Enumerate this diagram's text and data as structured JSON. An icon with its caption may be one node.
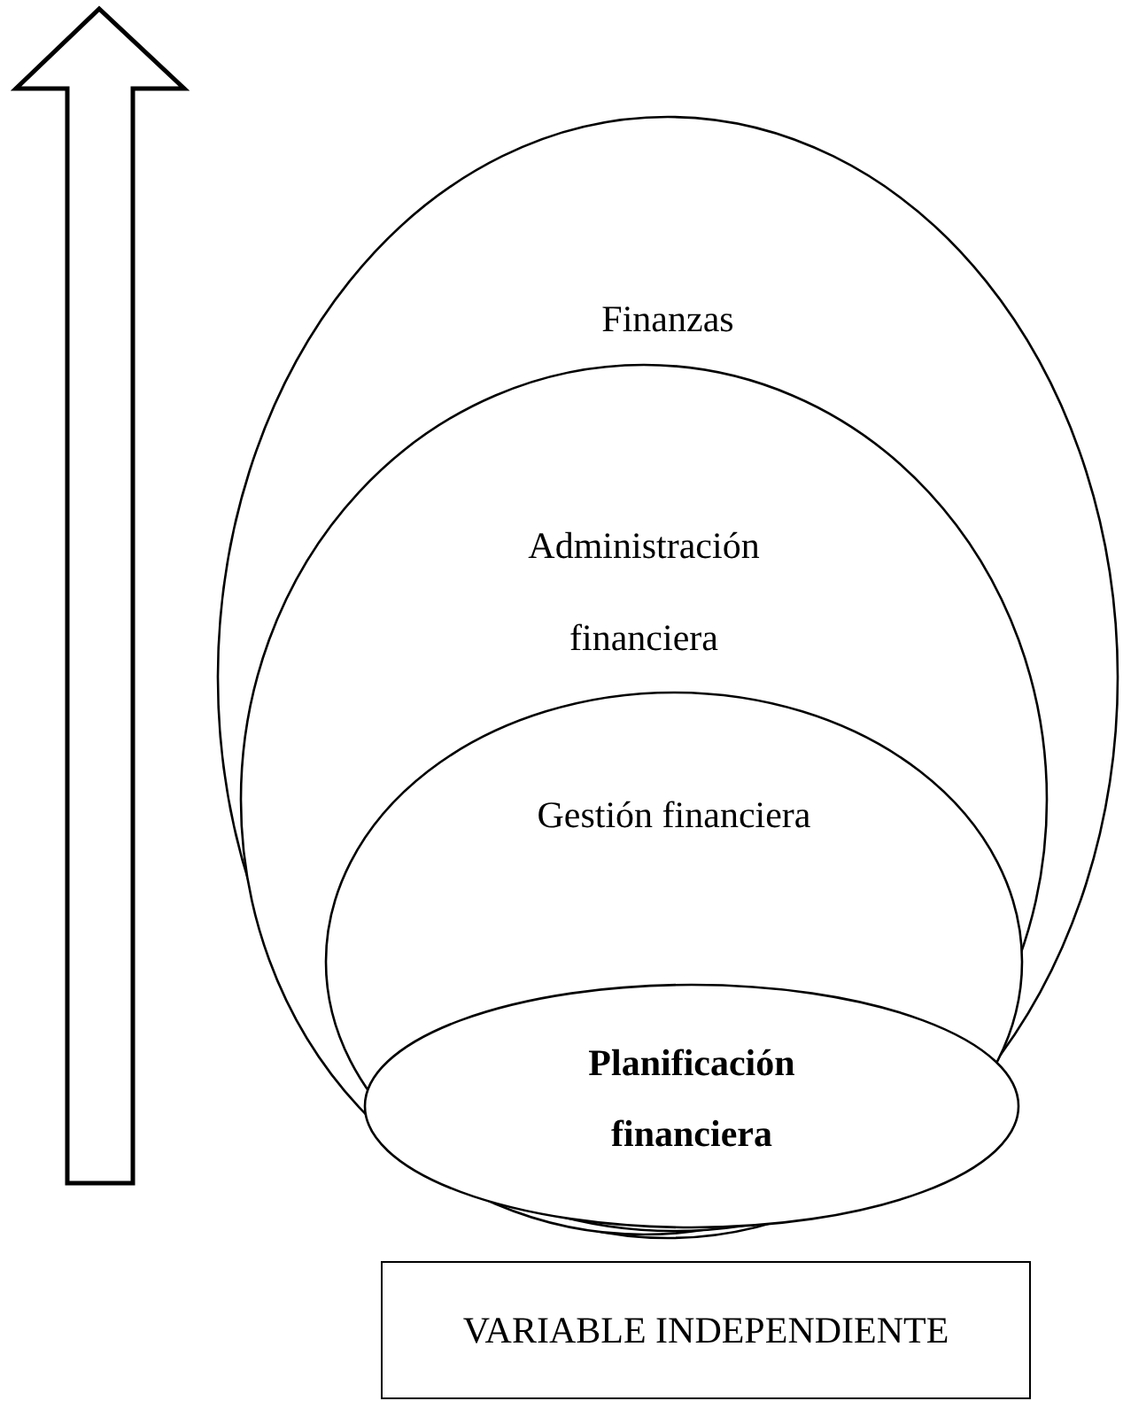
{
  "diagram": {
    "nodes": [
      {
        "text": [
          "Finanzas"
        ]
      },
      {
        "text": [
          "Administración financiera"
        ],
        "in": 0
      },
      {
        "text": [
          "Gestión financiera"
        ],
        "in": 1
      },
      {
        "text": [
          "Planificación financiera"
        ],
        "in": 2
      },
      {
        "text": [
          "VARIABLE INDEPENDIENTE"
        ]
      }
    ]
  }
}
